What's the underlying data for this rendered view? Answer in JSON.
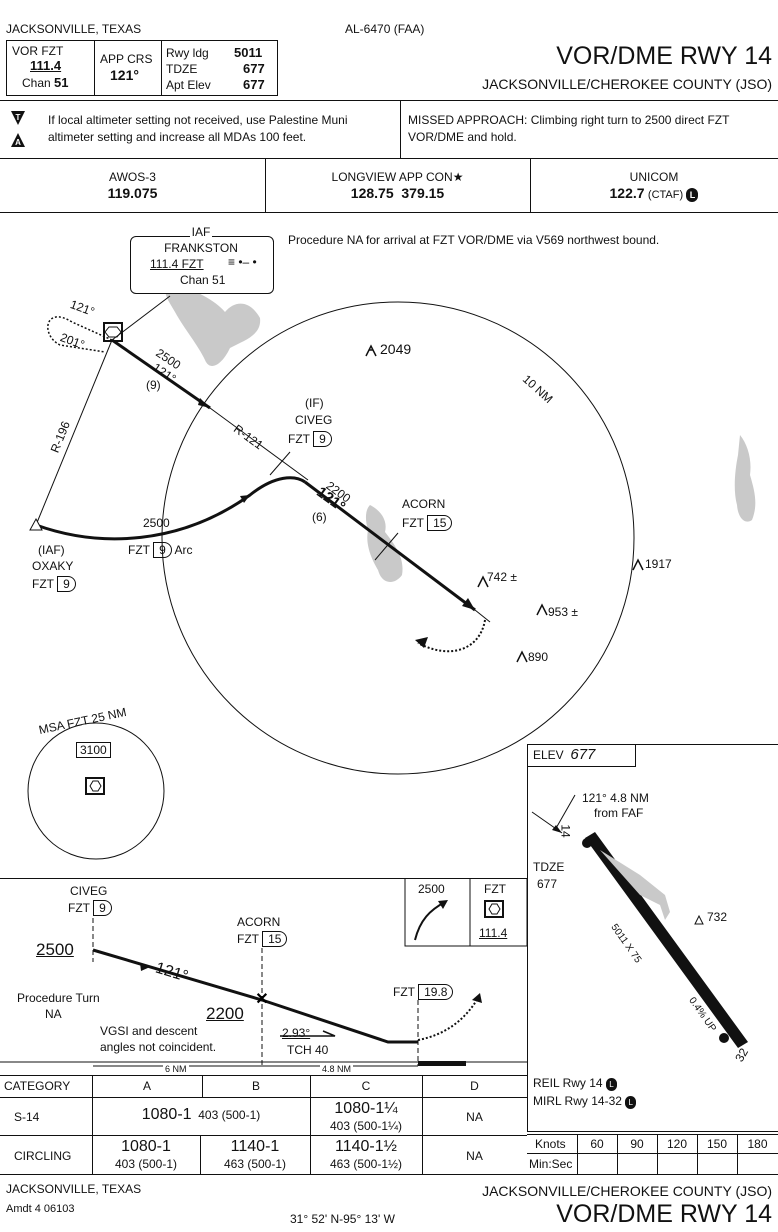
{
  "header": {
    "city_state": "JACKSONVILLE, TEXAS",
    "chart_code": "AL-6470 (FAA)",
    "vor_label": "VOR FZT",
    "vor_freq": "111.4",
    "chan_label": "Chan",
    "chan_num": "51",
    "app_crs_label": "APP CRS",
    "app_crs": "121°",
    "rwy_ldg_label": "Rwy ldg",
    "rwy_ldg": "5011",
    "tdze_label": "TDZE",
    "tdze": "677",
    "apt_elev_label": "Apt Elev",
    "apt_elev": "677",
    "procedure_title": "VOR/DME RWY 14",
    "airport_name": "JACKSONVILLE/CHEROKEE COUNTY (JSO)"
  },
  "notes": {
    "t_symbol": "T",
    "a_symbol": "A",
    "altimeter_note_1": "If local altimeter setting not received, use Palestine Muni",
    "altimeter_note_2": "altimeter setting and increase all MDAs 100 feet.",
    "missed_1": "MISSED APPROACH:  Climbing right turn to 2500 direct FZT",
    "missed_2": "VOR/DME and hold."
  },
  "comms": {
    "awos_label": "AWOS-3",
    "awos_freq": "119.075",
    "app_label": "LONGVIEW APP CON",
    "app_star": "★",
    "app_freq": "128.75  379.15",
    "unicom_label": "UNICOM",
    "unicom_freq": "122.7",
    "unicom_ctaf": "(CTAF)",
    "unicom_icon": "L"
  },
  "plan": {
    "procedure_na": "Procedure NA for arrival at FZT VOR/DME via V569 northwest bound.",
    "iaf_label": "IAF",
    "frankston": "FRANKSTON",
    "frankston_freq": "111.4 FZT",
    "frankston_chan": "Chan 51",
    "frankston_morse": "≡ •– •",
    "hold_121": "121°",
    "hold_201": "201°",
    "leg_alt": "2500",
    "leg_crs": "121°",
    "leg_dist": "(9)",
    "r196": "R-196",
    "r121": "R-121",
    "civeg_if": "(IF)",
    "civeg": "CIVEG",
    "civeg_fzt": "FZT",
    "civeg_dme": "9",
    "faf_alt": "2200",
    "faf_crs": "121°",
    "faf_dist": "(6)",
    "acorn": "ACORN",
    "acorn_fzt": "FZT",
    "acorn_dme": "15",
    "oxaky_iaf": "(IAF)",
    "oxaky": "OXAKY",
    "oxaky_fzt": "FZT",
    "oxaky_dme": "9",
    "arc_alt": "2500",
    "arc_fzt": "FZT",
    "arc_dme": "9",
    "arc_label": "Arc",
    "ten_nm": "10 NM",
    "obs_2049": "2049",
    "obs_742": "742 ±",
    "obs_953": "953 ±",
    "obs_890": "890",
    "obs_1917": "1917",
    "msa_label": "MSA FZT 25 NM",
    "msa_alt": "3100"
  },
  "airport": {
    "elev_label": "ELEV",
    "elev": "677",
    "faf_note_1": "121° 4.8 NM",
    "faf_note_2": "from FAF",
    "tdze_label": "TDZE",
    "tdze": "677",
    "rwy_14": "14",
    "rwy_32": "32",
    "rwy_dims": "5011 X 75",
    "grad": "0.4% UP",
    "obs_732": "732",
    "reil": "REIL Rwy 14",
    "mirl": "MIRL Rwy 14-32",
    "lighting_icon": "L"
  },
  "profile": {
    "civeg": "CIVEG",
    "civeg_fzt": "FZT",
    "civeg_dme": "9",
    "acorn": "ACORN",
    "acorn_fzt": "FZT",
    "acorn_dme": "15",
    "alt_2500": "2500",
    "crs": "121°",
    "alt_2200": "2200",
    "map_fzt": "FZT",
    "map_dme": "19.8",
    "proc_turn_1": "Procedure Turn",
    "proc_turn_2": "NA",
    "vgsi_1": "VGSI and descent",
    "vgsi_2": "angles not coincident.",
    "glide": "2.93°",
    "tch": "TCH 40",
    "dist_1": "6 NM",
    "dist_2": "4.8 NM",
    "icon_alt": "2500",
    "icon_fzt": "FZT",
    "icon_freq": "111.4"
  },
  "minimums": {
    "headers": [
      "CATEGORY",
      "A",
      "B",
      "C",
      "D"
    ],
    "s14_label": "S-14",
    "s14_ab_big": "1080-1",
    "s14_ab_small": "403 (500-1)",
    "s14_c_big": "1080-1¼",
    "s14_c_small": "403 (500-1¼)",
    "s14_d": "NA",
    "circ_label": "CIRCLING",
    "circ_a_big": "1080-1",
    "circ_a_small": "403 (500-1)",
    "circ_b_big": "1140-1",
    "circ_b_small": "463 (500-1)",
    "circ_c_big": "1140-1½",
    "circ_c_small": "463 (500-1½)",
    "circ_d": "NA"
  },
  "timing": {
    "knots_label": "Knots",
    "minsec_label": "Min:Sec",
    "speeds": [
      "60",
      "90",
      "120",
      "150",
      "180"
    ]
  },
  "footer": {
    "city_state": "JACKSONVILLE, TEXAS",
    "amdt": "Amdt 4  06103",
    "coords": "31° 52' N-95° 13' W",
    "airport_name": "JACKSONVILLE/CHEROKEE COUNTY (JSO)",
    "procedure_title": "VOR/DME RWY 14"
  }
}
